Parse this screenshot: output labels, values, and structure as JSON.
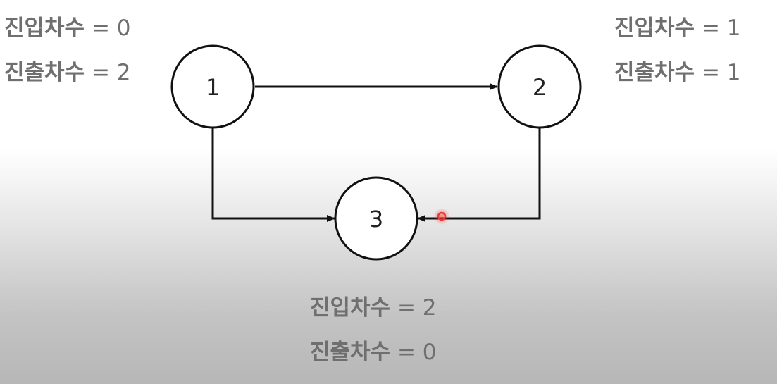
{
  "colors": {
    "node_stroke": "#111111",
    "edge": "#111111",
    "label_text": "#6f6f6f",
    "pointer": "#e53935"
  },
  "nodes": [
    {
      "id": "1",
      "label": "1"
    },
    {
      "id": "2",
      "label": "2"
    },
    {
      "id": "3",
      "label": "3"
    }
  ],
  "edges": [
    {
      "from": "1",
      "to": "2"
    },
    {
      "from": "1",
      "to": "3"
    },
    {
      "from": "2",
      "to": "3"
    }
  ],
  "node_labels": {
    "node1": {
      "in_key": "진입차수",
      "in_value": "= 0",
      "out_key": "진출차수",
      "out_value": "= 2"
    },
    "node2": {
      "in_key": "진입차수",
      "in_value": "= 1",
      "out_key": "진출차수",
      "out_value": "= 1"
    },
    "node3": {
      "in_key": "진입차수",
      "in_value": "= 2",
      "out_key": "진출차수",
      "out_value": "= 0"
    }
  },
  "pointer_icon": "laser-pointer-dot"
}
